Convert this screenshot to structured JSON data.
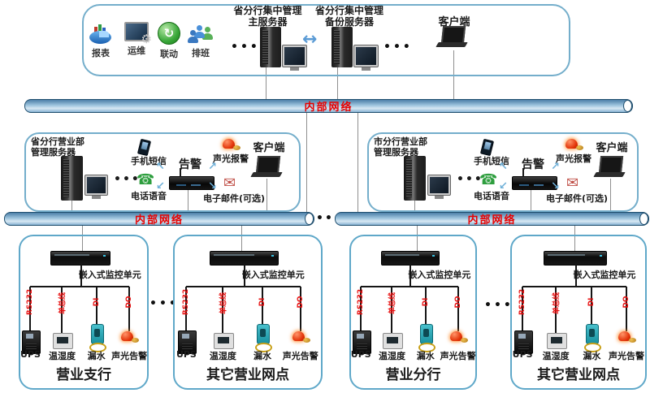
{
  "network": {
    "label": "内部网络",
    "bar_color": "#86b2d2",
    "label_color": "#e80000"
  },
  "glyphs": {
    "dots3": "•••",
    "dots2": "••",
    "h_arrow": "↔",
    "arrow_ul": "↖",
    "arrow_dl": "↙",
    "arrow_ur": "↗",
    "arrow_dr": "↘",
    "phone": "☎",
    "refresh": "↻",
    "gear": "⚙",
    "mail": "✉"
  },
  "top": {
    "tools": [
      {
        "label": "报表",
        "icon": "pie-chart-icon"
      },
      {
        "label": "运维",
        "icon": "monitor-gear-icon"
      },
      {
        "label": "联动",
        "icon": "refresh-icon"
      },
      {
        "label": "排班",
        "icon": "people-icon"
      }
    ],
    "main_server": {
      "line1": "省分行集中管理",
      "line2": "主服务器"
    },
    "backup_server": {
      "line1": "省分行集中管理",
      "line2": "备份服务器"
    },
    "client": "客户端"
  },
  "mid": [
    {
      "server_line1": "省分行营业部",
      "server_line2": "管理服务器",
      "sms": "手机短信",
      "voice": "电话语音",
      "alarm": "告警",
      "sound_light": "声光报警",
      "email": "电子邮件(可选)",
      "client": "客户端"
    },
    {
      "server_line1": "市分行营业部",
      "server_line2": "管理服务器",
      "sms": "手机短信",
      "voice": "电话语音",
      "alarm": "告警",
      "sound_light": "声光报警",
      "email": "电子邮件(可选)",
      "client": "客户端"
    }
  ],
  "groups": [
    {
      "unit": "嵌入式监控单元",
      "buses": [
        "RS232",
        "单总线",
        "DI",
        "DO"
      ],
      "sensors": [
        "UPS",
        "温湿度",
        "漏水",
        "声光告警"
      ],
      "title": "营业支行"
    },
    {
      "unit": "嵌入式监控单元",
      "buses": [
        "RS232",
        "单总线",
        "DI",
        "DO"
      ],
      "sensors": [
        "UPS",
        "温湿度",
        "漏水",
        "声光告警"
      ],
      "title": "其它营业网点"
    },
    {
      "unit": "嵌入式监控单元",
      "buses": [
        "RS232",
        "单总线",
        "DI",
        "DO"
      ],
      "sensors": [
        "UPS",
        "温湿度",
        "漏水",
        "声光告警"
      ],
      "title": "营业分行"
    },
    {
      "unit": "嵌入式监控单元",
      "buses": [
        "RS232",
        "单总线",
        "DI",
        "DO"
      ],
      "sensors": [
        "UPS",
        "温湿度",
        "漏水",
        "声光告警"
      ],
      "title": "其它营业网点"
    }
  ]
}
